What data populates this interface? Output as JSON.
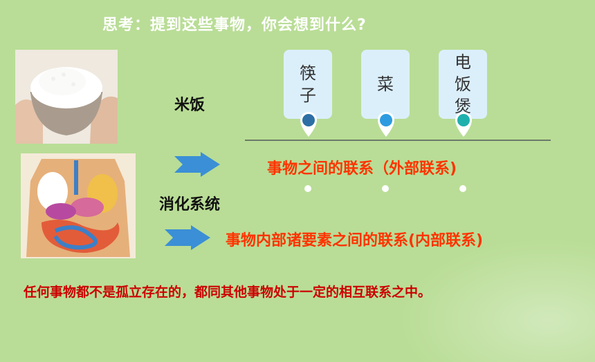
{
  "title": "思考：提到这些事物，你会想到什么?",
  "labels": {
    "rice": "米饭",
    "digestive": "消化系统"
  },
  "pills": [
    {
      "chars": [
        "筷",
        "子"
      ],
      "pin_color": "#2d6fa5"
    },
    {
      "chars": [
        "菜"
      ],
      "pin_color": "#2e9be0"
    },
    {
      "chars": [
        "电",
        "饭",
        "煲"
      ],
      "pin_color": "#1fb0ad"
    }
  ],
  "external": "事物之间的联系（外部联系)",
  "internal": "事物内部诸要素之间的联系(内部联系)",
  "conclusion": "任何事物都不是孤立存在的，都同其他事物处于一定的相互联系之中。",
  "colors": {
    "background": "#b9dd96",
    "accent_red": "#ff3300",
    "conclusion_red": "#cc0000",
    "arrow_blue": "#3b8fd6"
  }
}
